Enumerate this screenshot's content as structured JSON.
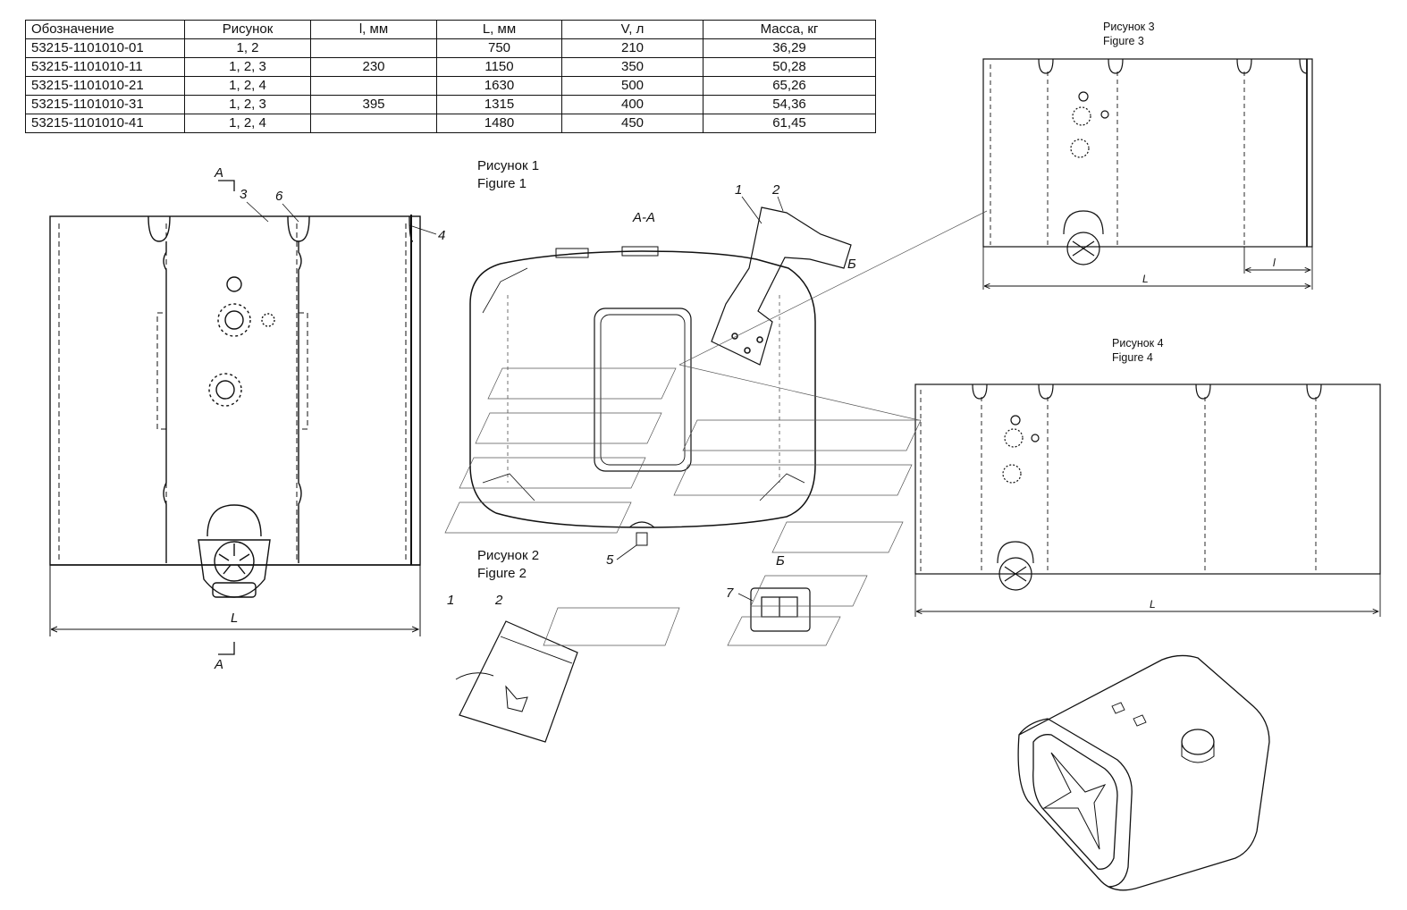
{
  "table": {
    "headers": [
      "Обозначение",
      "Рисунок",
      "l, мм",
      "L, мм",
      "V, л",
      "Масса, кг"
    ],
    "rows": [
      [
        "53215-1101010-01",
        "1, 2",
        "",
        "750",
        "210",
        "36,29"
      ],
      [
        "53215-1101010-11",
        "1, 2, 3",
        "230",
        "1150",
        "350",
        "50,28"
      ],
      [
        "53215-1101010-21",
        "1, 2, 4",
        "",
        "1630",
        "500",
        "65,26"
      ],
      [
        "53215-1101010-31",
        "1, 2, 3",
        "395",
        "1315",
        "400",
        "54,36"
      ],
      [
        "53215-1101010-41",
        "1, 2, 4",
        "",
        "1480",
        "450",
        "61,45"
      ]
    ]
  },
  "figures": {
    "fig1": {
      "ru": "Рисунок 1",
      "en": "Figure 1"
    },
    "fig2": {
      "ru": "Рисунок 2",
      "en": "Figure 2"
    },
    "fig3": {
      "ru": "Рисунок 3",
      "en": "Figure 3"
    },
    "fig4": {
      "ru": "Рисунок 4",
      "en": "Figure 4"
    }
  },
  "section": {
    "title": "А-А",
    "mark": "А",
    "detail": "Б"
  },
  "callouts": {
    "c1": "1",
    "c2": "2",
    "c3": "3",
    "c4": "4",
    "c5": "5",
    "c6": "6",
    "c7": "7"
  },
  "dimensions": {
    "L": "L",
    "l": "l"
  }
}
